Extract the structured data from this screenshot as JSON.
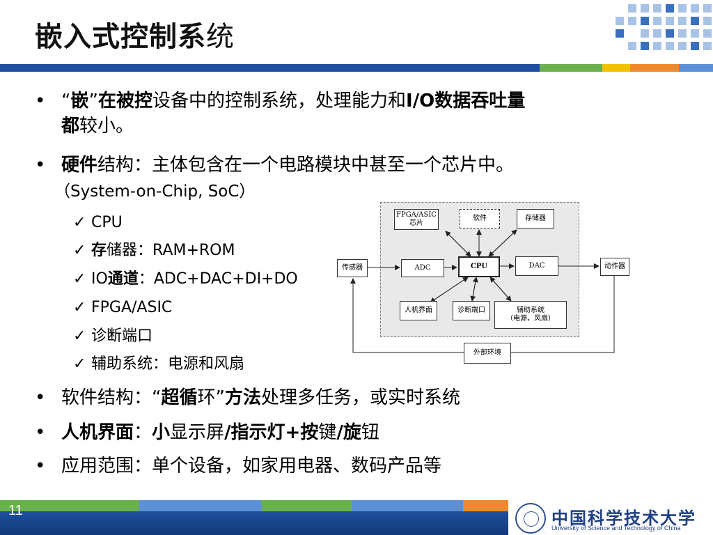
{
  "slide": {
    "title_bold": "嵌入式控制系",
    "title_light": "统",
    "page_number": "11"
  },
  "bullets": {
    "b1": {
      "q1": "“",
      "w1": "嵌",
      "q2": "”",
      "w2": "在被控",
      "t1": "设备中的控制系统，处理能力和",
      "w3": "I/O数据吞吐量",
      "w4": "都",
      "t2": "较小。"
    },
    "b2": {
      "w1": "硬件",
      "t1": "结构：主体包含在一个电路模块中甚至一个芯片中。",
      "t2": "（System-on-Chip, SoC）"
    },
    "b3": {
      "t1": "软件结构：",
      "q1": "“",
      "w1": "超循",
      "t2": "环",
      "q2": "”",
      "w2": "方法",
      "t3": "处理多任务，或实时系统"
    },
    "b4": {
      "w1": "人机界面",
      "t1": "：",
      "w2": "小",
      "t2": "显示屏",
      "w3": "/指示灯+按",
      "t3": "键",
      "w4": "/旋",
      "t4": "钮"
    },
    "b5": {
      "t1": "应用范围：单个设备，如家用电器、数码产品等"
    }
  },
  "hardware_list": {
    "check": "✓",
    "i1": {
      "t": "CPU"
    },
    "i2": {
      "w": "存",
      "t": "储器：RAM+ROM"
    },
    "i3": {
      "t1": "IO",
      "w": "通道",
      "t2": "：ADC+DAC+DI+DO"
    },
    "i4": {
      "t": "FPGA/ASIC"
    },
    "i5": {
      "t": "诊断端口"
    },
    "i6": {
      "t": "辅助系统：电源和风扇"
    }
  },
  "diagram": {
    "fpga": "FPGA/ASIC\n芯片",
    "software": "软件",
    "storage": "存储器",
    "sensor": "传感器",
    "adc": "ADC",
    "cpu": "CPU",
    "dac": "DAC",
    "actuator": "动作器",
    "hmi": "人机界面",
    "diag": "诊断端口",
    "aux": "辅助系统\n（电源，风扇）",
    "env": "外部环境"
  },
  "footer": {
    "univ_cn": "中国科学技术大学",
    "univ_en": "University of  Science and Technology of China"
  },
  "colors": {
    "bar_blue": "#1f4f9e",
    "bar_green": "#6ab04c",
    "bar_yellow": "#f2c200",
    "bar_orange": "#f0892a",
    "bar_lightblue": "#5b8fd6",
    "deco_blue": "#3a6fbf",
    "deco_light": "#a9c3e6"
  }
}
